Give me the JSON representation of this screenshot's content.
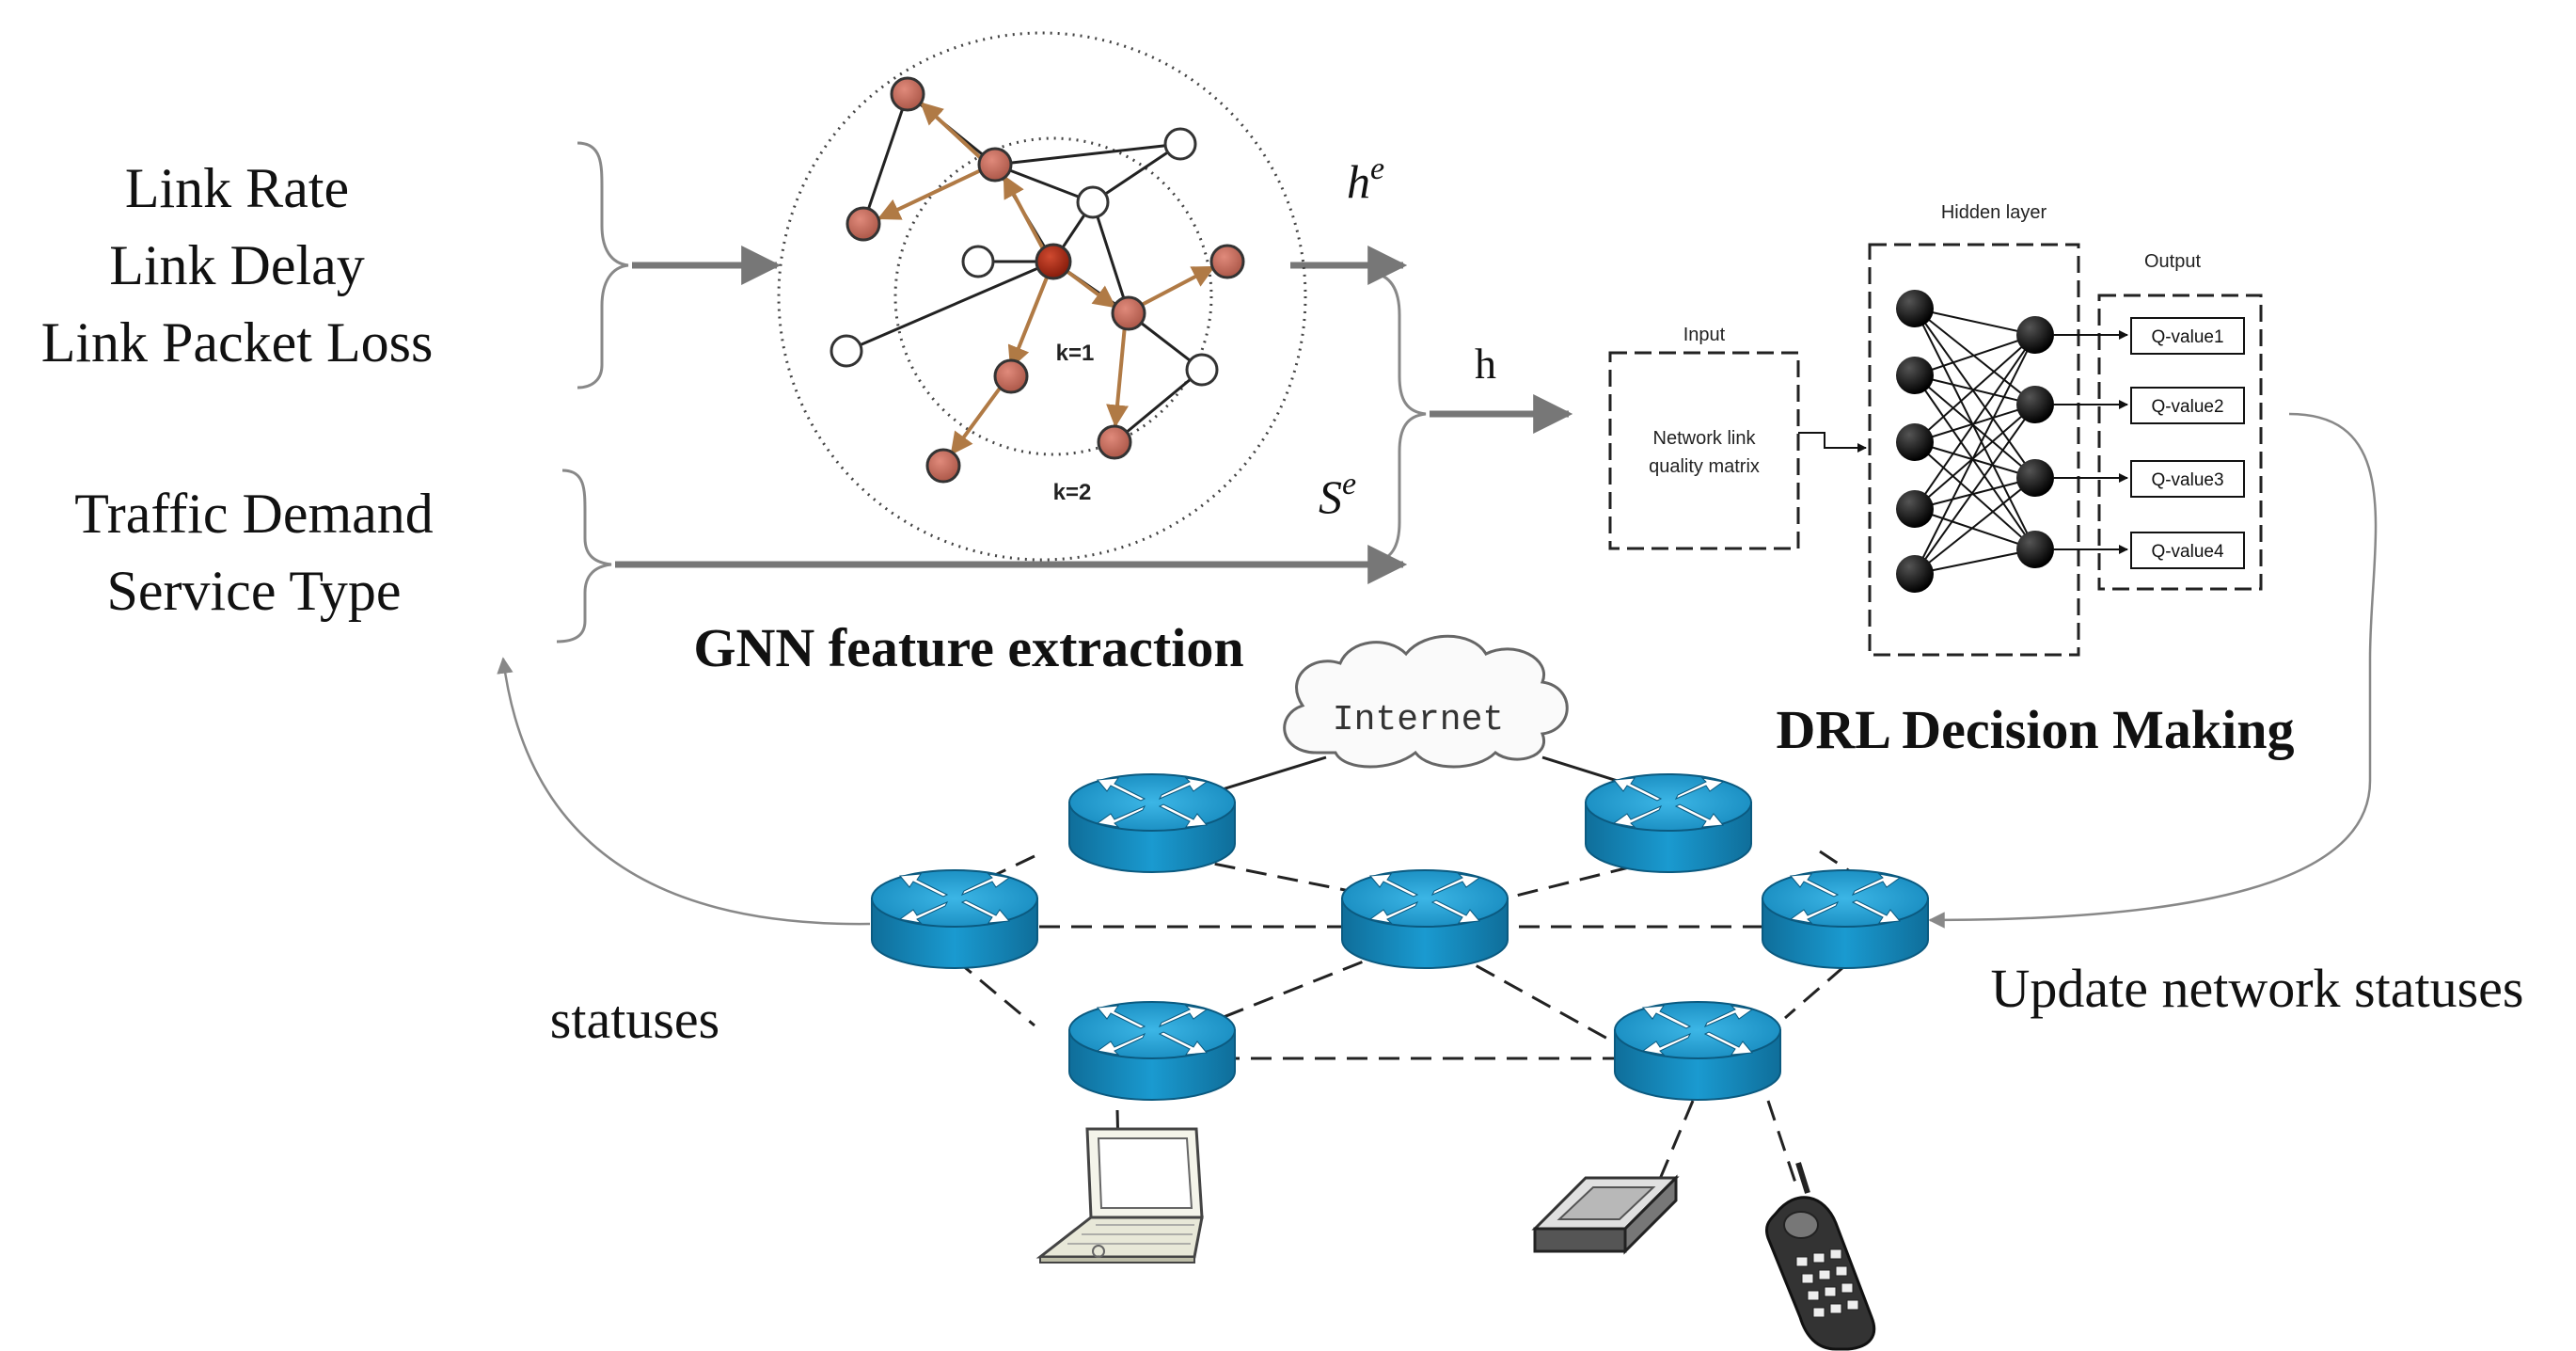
{
  "inputs": {
    "link_features": [
      "Link Rate",
      "Link Delay",
      "Link Packet Loss"
    ],
    "service_features": [
      "Traffic Demand",
      "Service Type"
    ]
  },
  "gnn": {
    "label_k1": "k=1",
    "label_k2": "k=2",
    "title": "GNN feature extraction",
    "out_he_base": "h",
    "out_he_sup": "e",
    "out_se_base": "S",
    "out_se_sup": "e",
    "out_h": "h"
  },
  "drl": {
    "input_title": "Input",
    "input_content": [
      "Network link",
      "quality matrix"
    ],
    "hidden_title": "Hidden layer",
    "output_title": "Output",
    "outputs": [
      "Q-value1",
      "Q-value2",
      "Q-value3",
      "Q-value4"
    ],
    "title": "DRL Decision Making"
  },
  "network": {
    "cloud_label": "Internet",
    "feedback_left": "statuses",
    "feedback_right": "Update network statuses"
  },
  "colors": {
    "node_red": "#c0675a",
    "node_center": "#b0301c",
    "arrow_brown": "#b07a45",
    "router_blue": "#1a8fc0"
  }
}
